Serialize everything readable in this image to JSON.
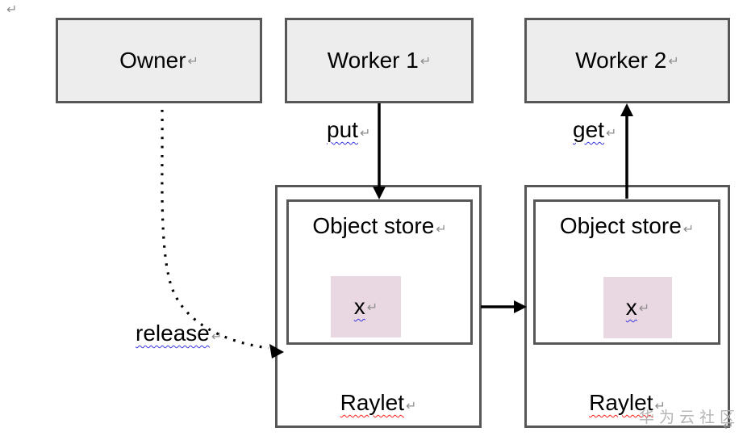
{
  "marks": {
    "paragraph_mark": "↵"
  },
  "watermark": {
    "text": "华为云社区"
  },
  "diagram": {
    "nodes": {
      "owner": {
        "label": "Owner"
      },
      "worker1": {
        "label": "Worker 1"
      },
      "worker2": {
        "label": "Worker 2"
      },
      "object_store_left": {
        "label": "Object store",
        "object": "x"
      },
      "raylet_left": {
        "label": "Raylet"
      },
      "object_store_right": {
        "label": "Object store",
        "object": "x"
      },
      "raylet_right": {
        "label": "Raylet"
      }
    },
    "edges": {
      "put": {
        "label": "put",
        "style": "solid",
        "from": "worker1",
        "to": "object_store_left"
      },
      "get": {
        "label": "get",
        "style": "solid",
        "from": "object_store_right",
        "to": "worker2"
      },
      "transfer": {
        "style": "solid",
        "from": "raylet_left",
        "to": "raylet_right"
      },
      "release": {
        "label": "release",
        "style": "dotted",
        "from": "owner",
        "to": "raylet_left"
      }
    },
    "colors": {
      "node_fill": "#ededed",
      "node_border": "#575757",
      "object_fill": "#e9d8e1",
      "arrow": "#000000",
      "spellcheck_blue": "#3535e0",
      "spellcheck_red": "#ff1a1a",
      "formatting_mark": "#8f8f8f",
      "watermark": "#b4b4b4"
    }
  }
}
